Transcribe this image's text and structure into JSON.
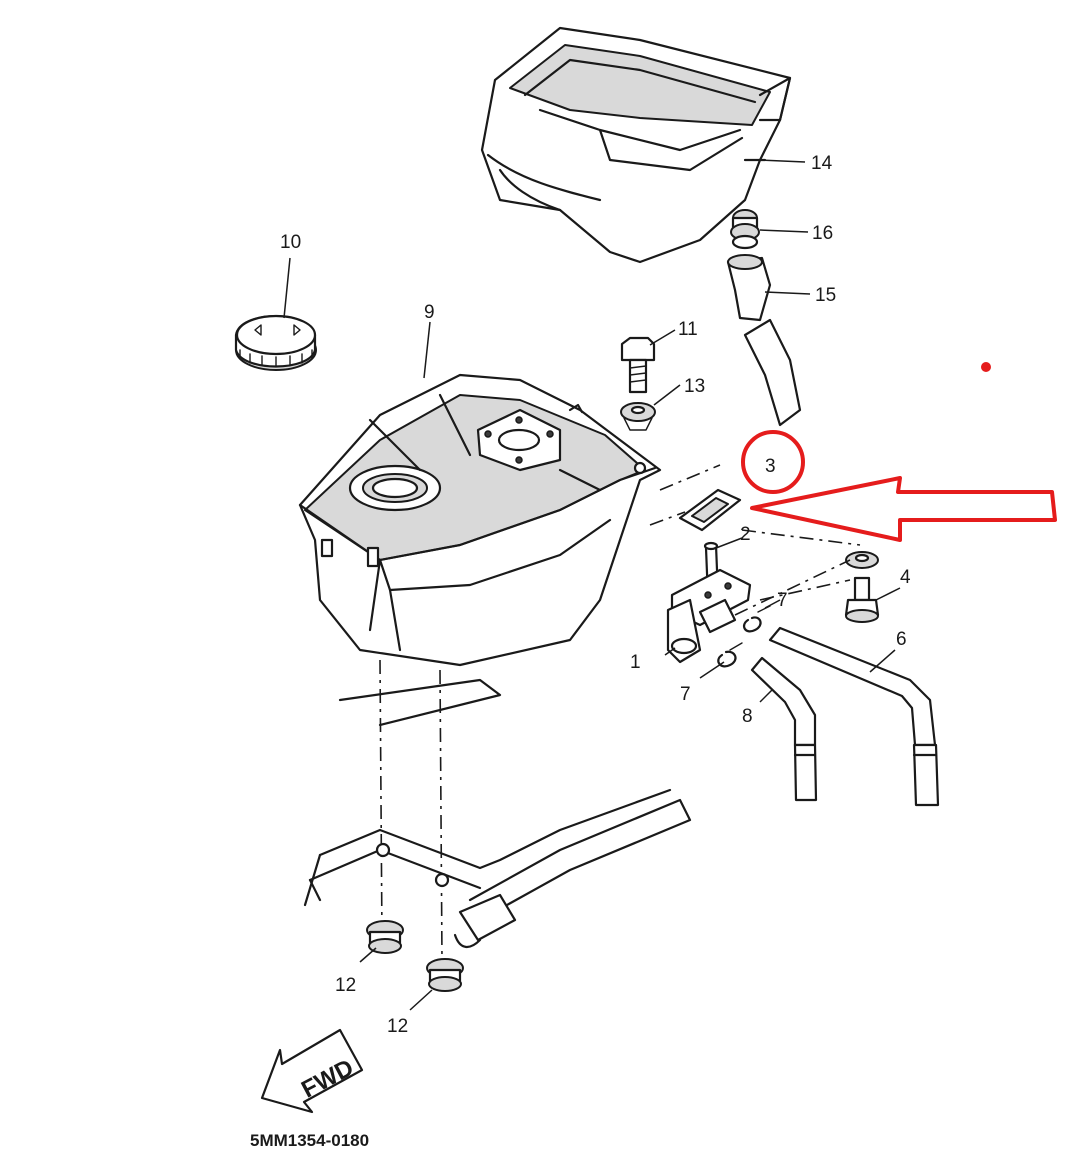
{
  "diagram": {
    "code": "5MM1354-0180",
    "fwd_label": "FWD",
    "highlight_color": "#e51c1c",
    "callouts": {
      "n1": "1",
      "n2": "2",
      "n3": "3",
      "n4": "4",
      "n6": "6",
      "n7a": "7",
      "n7b": "7",
      "n8": "8",
      "n9": "9",
      "n10": "10",
      "n11": "11",
      "n12a": "12",
      "n12b": "12",
      "n13": "13",
      "n14": "14",
      "n15": "15",
      "n16": "16"
    }
  }
}
